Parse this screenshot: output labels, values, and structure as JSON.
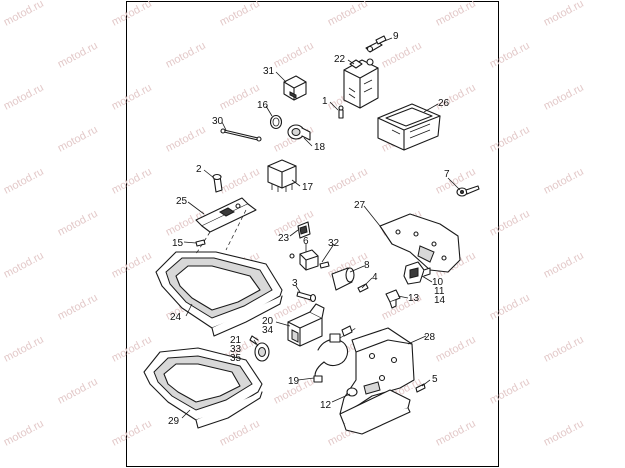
{
  "watermark": "motod.ru",
  "callouts": [
    {
      "id": "9",
      "text": "9"
    },
    {
      "id": "22",
      "text": "22"
    },
    {
      "id": "31",
      "text": "31"
    },
    {
      "id": "1",
      "text": "1"
    },
    {
      "id": "26",
      "text": "26"
    },
    {
      "id": "16",
      "text": "16"
    },
    {
      "id": "30",
      "text": "30"
    },
    {
      "id": "18",
      "text": "18"
    },
    {
      "id": "2",
      "text": "2"
    },
    {
      "id": "17",
      "text": "17"
    },
    {
      "id": "7",
      "text": "7"
    },
    {
      "id": "25",
      "text": "25"
    },
    {
      "id": "27",
      "text": "27"
    },
    {
      "id": "23",
      "text": "23"
    },
    {
      "id": "15",
      "text": "15"
    },
    {
      "id": "6",
      "text": "6"
    },
    {
      "id": "32",
      "text": "32"
    },
    {
      "id": "8",
      "text": "8"
    },
    {
      "id": "4",
      "text": "4"
    },
    {
      "id": "10",
      "text": "10"
    },
    {
      "id": "11",
      "text": "11"
    },
    {
      "id": "14",
      "text": "14"
    },
    {
      "id": "3",
      "text": "3"
    },
    {
      "id": "13",
      "text": "13"
    },
    {
      "id": "24",
      "text": "24"
    },
    {
      "id": "20",
      "text": "20"
    },
    {
      "id": "34",
      "text": "34"
    },
    {
      "id": "28",
      "text": "28"
    },
    {
      "id": "21",
      "text": "21"
    },
    {
      "id": "33",
      "text": "33"
    },
    {
      "id": "35",
      "text": "35"
    },
    {
      "id": "5",
      "text": "5"
    },
    {
      "id": "19",
      "text": "19"
    },
    {
      "id": "12",
      "text": "12"
    },
    {
      "id": "29",
      "text": "29"
    }
  ]
}
